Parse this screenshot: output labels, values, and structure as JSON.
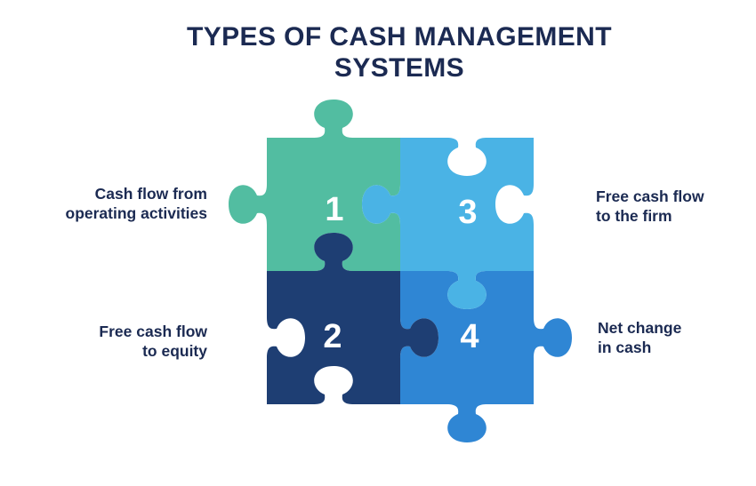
{
  "title": {
    "line1": "TYPES OF CASH MANAGEMENT",
    "line2": "SYSTEMS"
  },
  "colors": {
    "background": "#ffffff",
    "title_text": "#1b2a52",
    "label_text": "#1b2a52",
    "number_text": "#ffffff",
    "piece_1": "#52bda1",
    "piece_2": "#1e3e73",
    "piece_3": "#4ab3e5",
    "piece_4": "#2f86d4"
  },
  "pieces": [
    {
      "number": "1",
      "position": "top-left",
      "label_line1": "Cash flow from",
      "label_line2": "operating activities"
    },
    {
      "number": "2",
      "position": "bottom-left",
      "label_line1": "Free cash flow",
      "label_line2": "to equity"
    },
    {
      "number": "3",
      "position": "top-right",
      "label_line1": "Free cash flow",
      "label_line2": "to the firm"
    },
    {
      "number": "4",
      "position": "bottom-right",
      "label_line1": "Net change",
      "label_line2": "in cash"
    }
  ]
}
